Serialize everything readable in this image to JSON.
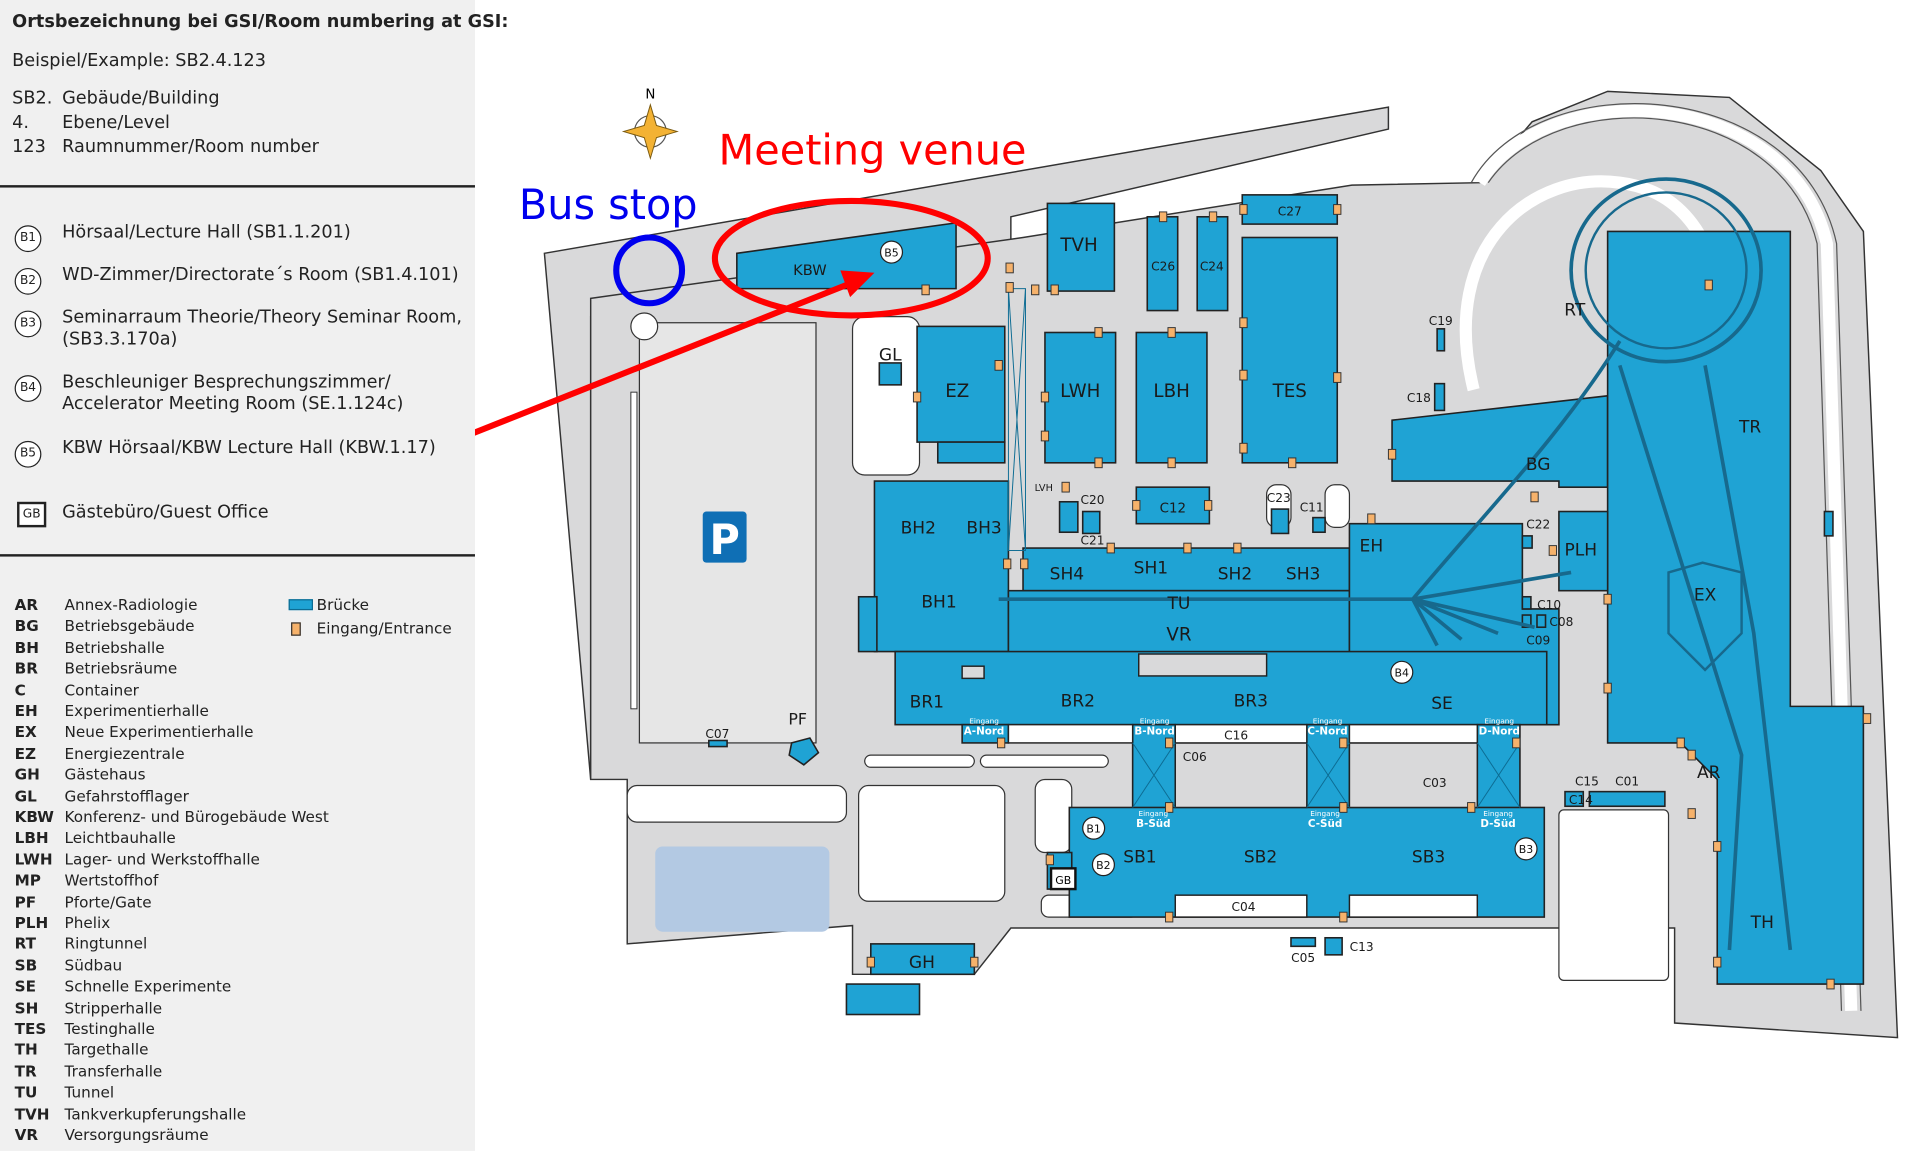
{
  "legend": {
    "title": "Ortsbezeichnung bei GSI/Room numbering at GSI:",
    "example": "Beispiel/Example: SB2.4.123",
    "parts": [
      {
        "code": "SB2.",
        "label": "Gebäude/Building"
      },
      {
        "code": "4.",
        "label": "Ebene/Level"
      },
      {
        "code": "123",
        "label": "Raumnummer/Room number"
      }
    ],
    "rooms": [
      {
        "code": "B1",
        "lines": [
          "Hörsaal/Lecture Hall (SB1.1.201)"
        ]
      },
      {
        "code": "B2",
        "lines": [
          "WD-Zimmer/Directorate´s Room (SB1.4.101)"
        ]
      },
      {
        "code": "B3",
        "lines": [
          "Seminarraum Theorie/Theory Seminar Room,",
          "(SB3.3.170a)"
        ]
      },
      {
        "code": "B4",
        "lines": [
          "Beschleuniger Besprechungszimmer/",
          "Accelerator Meeting Room (SE.1.124c)"
        ]
      },
      {
        "code": "B5",
        "lines": [
          "KBW Hörsaal/KBW Lecture Hall (KBW.1.17)"
        ]
      }
    ],
    "guest_office": {
      "code": "GB",
      "label": "Gästebüro/Guest Office"
    },
    "abbreviations": [
      [
        "AR",
        "Annex-Radiologie"
      ],
      [
        "BG",
        "Betriebsgebäude"
      ],
      [
        "BH",
        "Betriebshalle"
      ],
      [
        "BR",
        "Betriebsräume"
      ],
      [
        "C",
        "Container"
      ],
      [
        "EH",
        "Experimentierhalle"
      ],
      [
        "EX",
        "Neue Experimentierhalle"
      ],
      [
        "EZ",
        "Energiezentrale"
      ],
      [
        "GH",
        "Gästehaus"
      ],
      [
        "GL",
        "Gefahrstofflager"
      ],
      [
        "KBW",
        "Konferenz- und Bürogebäude West"
      ],
      [
        "LBH",
        "Leichtbauhalle"
      ],
      [
        "LWH",
        "Lager- und Werkstoffhalle"
      ],
      [
        "MP",
        "Wertstoffhof"
      ],
      [
        "PF",
        "Pforte/Gate"
      ],
      [
        "PLH",
        "Phelix"
      ],
      [
        "RT",
        "Ringtunnel"
      ],
      [
        "SB",
        "Südbau"
      ],
      [
        "SE",
        "Schnelle Experimente"
      ],
      [
        "SH",
        "Stripperhalle"
      ],
      [
        "TES",
        "Testinghalle"
      ],
      [
        "TH",
        "Targethalle"
      ],
      [
        "TR",
        "Transferhalle"
      ],
      [
        "TU",
        "Tunnel"
      ],
      [
        "TVH",
        "Tankverkupferungshalle"
      ],
      [
        "VR",
        "Versorgungsräume"
      ]
    ],
    "symbols": {
      "bridge": "Brücke",
      "entrance": "Eingang/Entrance"
    }
  },
  "annotations": {
    "meeting_venue": "Meeting venue",
    "bus_stop": "Bus stop"
  },
  "compass": "N",
  "parking": "P",
  "colors": {
    "building": "#1fa3d4",
    "road": "#d9d9da",
    "entrance": "#f6b26b",
    "venue": "#ff0000",
    "bus": "#0000ee",
    "parking": "#0f6fb5"
  },
  "map": {
    "labels": {
      "KBW": "KBW",
      "GL": "GL",
      "EZ": "EZ",
      "TVH": "TVH",
      "C26": "C26",
      "C24": "C24",
      "C27": "C27",
      "LWH": "LWH",
      "LBH": "LBH",
      "TES": "TES",
      "C19": "C19",
      "C18": "C18",
      "RT": "RT",
      "TR": "TR",
      "BG": "BG",
      "PLH": "PLH",
      "EX": "EX",
      "TH": "TH",
      "AR": "AR",
      "BH2": "BH2",
      "BH3": "BH3",
      "BH1": "BH1",
      "LVH": "LVH",
      "C20": "C20",
      "C21": "C21",
      "C12": "C12",
      "C23": "C23",
      "C11": "C11",
      "EH": "EH",
      "C22": "C22",
      "SH4": "SH4",
      "SH1": "SH1",
      "SH2": "SH2",
      "SH3": "SH3",
      "TU": "TU",
      "VR": "VR",
      "C10": "C10",
      "C08": "C08",
      "C09": "C09",
      "BR1": "BR1",
      "BR2": "BR2",
      "BR3": "BR3",
      "SE": "SE",
      "C16": "C16",
      "C06": "C06",
      "C03": "C03",
      "C14": "C14",
      "C15": "C15",
      "C01": "C01",
      "SB1": "SB1",
      "SB2": "SB2",
      "SB3": "SB3",
      "C04": "C04",
      "C05": "C05",
      "C13": "C13",
      "GH": "GH",
      "PF": "PF",
      "C07": "C07"
    },
    "entrances": {
      "A_Nord": [
        "Eingang",
        "A-Nord"
      ],
      "B_Nord": [
        "Eingang",
        "B-Nord"
      ],
      "C_Nord": [
        "Eingang",
        "C-Nord"
      ],
      "D_Nord": [
        "Eingang",
        "D-Nord"
      ],
      "B_Sued": [
        "Eingang",
        "B-Süd"
      ],
      "C_Sued": [
        "Eingang",
        "C-Süd"
      ],
      "D_Sued": [
        "Eingang",
        "D-Süd"
      ]
    },
    "markers": {
      "B1": "B1",
      "B2": "B2",
      "B3": "B3",
      "B4": "B4",
      "B5": "B5",
      "GB": "GB"
    }
  }
}
